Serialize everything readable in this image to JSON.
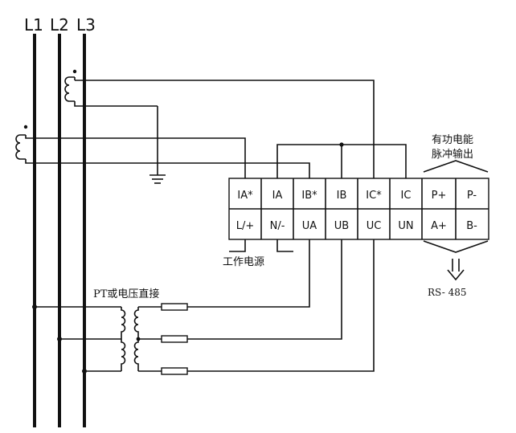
{
  "bus_labels": {
    "l1": "L1",
    "l2": "L2",
    "l3": "L3"
  },
  "terminals": {
    "top_row": [
      "IA*",
      "IA",
      "IB*",
      "IB",
      "IC*",
      "IC",
      "P+",
      "P-"
    ],
    "bottom_row": [
      "L/+",
      "N/-",
      "UA",
      "UB",
      "UC",
      "UN",
      "A+",
      "B-"
    ]
  },
  "labels": {
    "pulse_line1": "有功电能",
    "pulse_line2": "脉冲输出",
    "power_supply": "工作电源",
    "pt_label": "PT或电压直接",
    "rs485": "RS- 485"
  },
  "colors": {
    "line": "#111111",
    "background": "#ffffff"
  }
}
